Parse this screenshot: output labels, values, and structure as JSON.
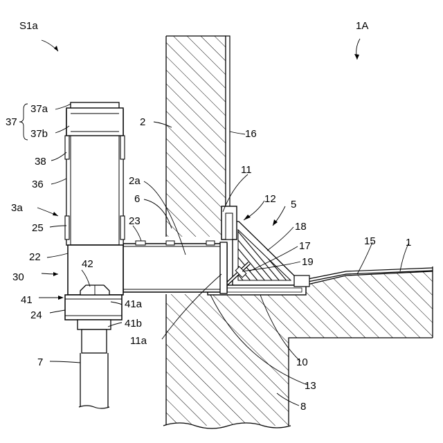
{
  "figure": {
    "labels": {
      "s1a": "S1a",
      "one_a": "1A",
      "n37": "37",
      "n37a": "37a",
      "n37b": "37b",
      "n38": "38",
      "n36": "36",
      "n3a": "3a",
      "n25": "25",
      "n22": "22",
      "n30": "30",
      "n41": "41",
      "n24": "24",
      "n42": "42",
      "n41a": "41a",
      "n41b": "41b",
      "n7": "7",
      "n2": "2",
      "n2a": "2a",
      "n6": "6",
      "n23": "23",
      "n11": "11",
      "n11a": "11a",
      "n12": "12",
      "n5": "5",
      "n16": "16",
      "n18": "18",
      "n17": "17",
      "n19": "19",
      "n15": "15",
      "n1": "1",
      "n10": "10",
      "n13": "13",
      "n8": "8"
    }
  }
}
